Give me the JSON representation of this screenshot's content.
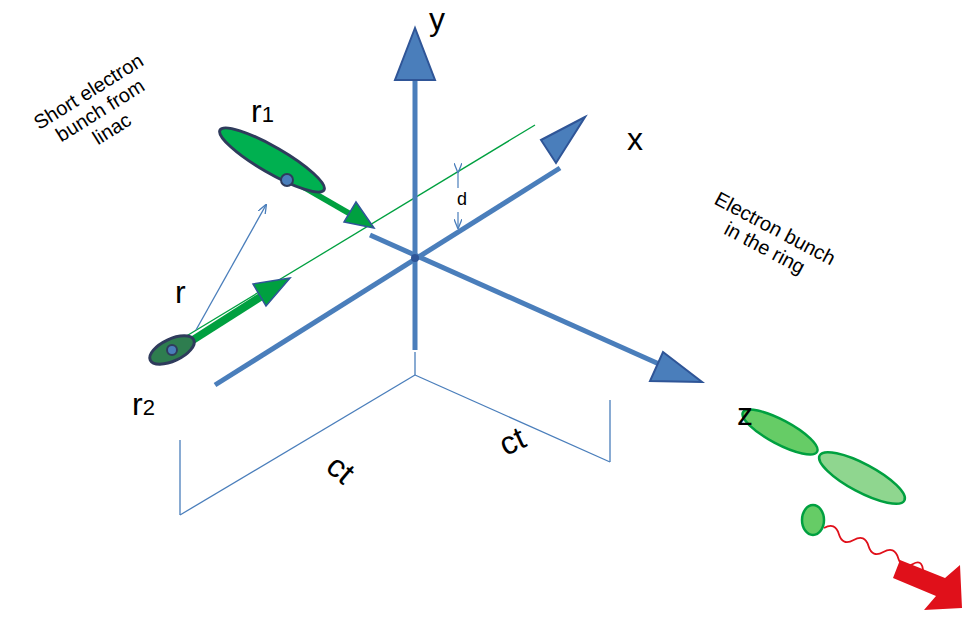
{
  "diagram": {
    "labels": [
      "y",
      "x",
      "z",
      "r1",
      "r",
      "r2",
      "d",
      "ct",
      "ct",
      "Short electron bunch from linac",
      "Electron bunch in the ring"
    ]
  }
}
